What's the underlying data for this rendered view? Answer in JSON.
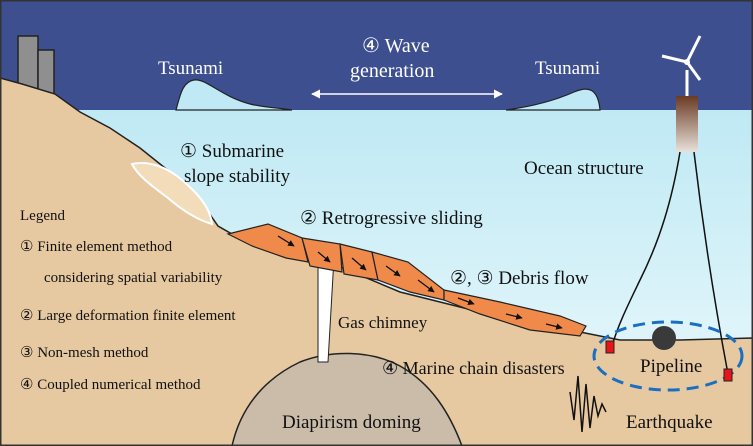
{
  "labels": {
    "tsunami_left": "Tsunami",
    "tsunami_right": "Tsunami",
    "wave_generation_line1": "④ Wave",
    "wave_generation_line2": "generation",
    "slope_stability_line1": "① Submarine",
    "slope_stability_line2": "slope stability",
    "ocean_structure": "Ocean structure",
    "retrogressive_sliding": "② Retrogressive sliding",
    "debris_flow": "②, ③ Debris flow",
    "gas_chimney": "Gas chimney",
    "marine_chain_disasters": "④ Marine chain disasters",
    "pipeline": "Pipeline",
    "diapirism_doming": "Diapirism doming",
    "earthquake": "Earthquake"
  },
  "legend": {
    "title": "Legend",
    "items": [
      "① Finite element method",
      "considering spatial variability",
      "② Large deformation finite element",
      "③ Non-mesh method",
      "④ Coupled numerical method"
    ]
  },
  "colors": {
    "sky": "#3e4f8f",
    "sea_top": "#bfe9f4",
    "sea_bottom": "#eefafd",
    "seabed": "#e7c9a1",
    "slide_mass": "#f08a4b",
    "dome": "#cbbcaa",
    "turbine_tower": "#6b3a22",
    "pipeline_ellipse": "#1b6fc0",
    "anchor": "#e8141b"
  }
}
